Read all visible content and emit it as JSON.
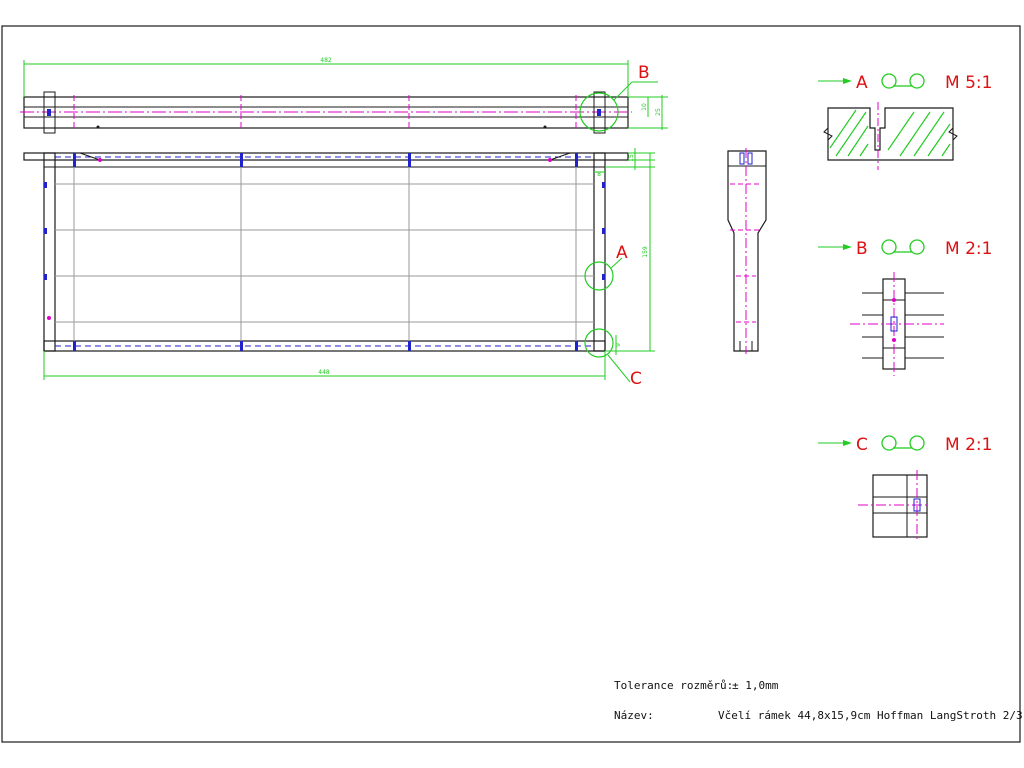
{
  "colors": {
    "outline": "#1a1a1a",
    "dimension": "#22cc22",
    "centerline": "#e000c8",
    "joint": "#2222cc",
    "marker": "#dd1111",
    "hatch": "#22cc22",
    "grid": "#9a9a9a"
  },
  "dimensions": {
    "top_length": "482",
    "bottom_length": "448",
    "height": "159",
    "top_thickness": "25",
    "top_small_1": "10",
    "top_small_2": "15",
    "right_small": "8",
    "bottom_small": "9"
  },
  "markers": {
    "b": "B",
    "a": "A",
    "c": "C"
  },
  "details": [
    {
      "letter": "A",
      "scale": "M 5:1"
    },
    {
      "letter": "B",
      "scale": "M 2:1"
    },
    {
      "letter": "C",
      "scale": "M 2:1"
    }
  ],
  "title_block": {
    "tolerance_label": "Tolerance rozměrů:",
    "tolerance_value": "± 1,0mm",
    "name_label": "Název:",
    "name_value": "Včelí rámek 44,8x15,9cm Hoffman LangStroth 2/3"
  }
}
